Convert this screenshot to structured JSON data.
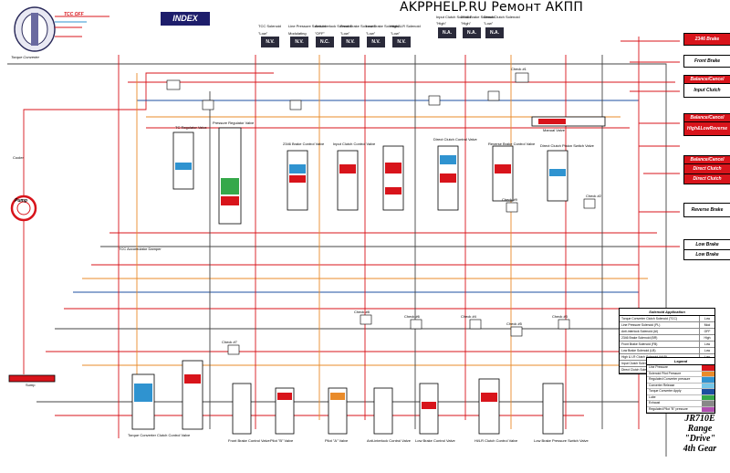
{
  "site_title": "AKPPHELP.RU Ремонт АКПП",
  "index_button": "INDEX",
  "top_left": {
    "tcc_off": "TCC OFF",
    "torque_converter": "Torque Converter"
  },
  "solenoids": [
    {
      "name": "TCC Solenoid",
      "state": "N.V.",
      "mode": "\"Low\""
    },
    {
      "name": "Line Pressure Solenoid",
      "state": "N.V.",
      "mode": "Modulating"
    },
    {
      "name": "Anti-interlock Solenoid",
      "state": "N.C.",
      "mode": "\"OFF\""
    },
    {
      "name": "Front Brake Solenoid",
      "state": "N.V.",
      "mode": "\"Low\""
    },
    {
      "name": "Low Brake Solenoid",
      "state": "N.V.",
      "mode": "\"Low\""
    },
    {
      "name": "High&LR Solenoid",
      "state": "N.V.",
      "mode": "\"Low\""
    },
    {
      "name": "Input Clutch Solenoid",
      "state": "N.A.",
      "mode": "\"High\""
    },
    {
      "name": "2346 Brake Solenoid",
      "state": "N.A.",
      "mode": "\"High\""
    },
    {
      "name": "Direct Clutch Solenoid",
      "state": "N.A.",
      "mode": "\"Low\""
    }
  ],
  "right_boxes": [
    {
      "label": "2346 Brake",
      "style": "red"
    },
    {
      "label": "Front Brake",
      "style": "white"
    },
    {
      "label": "Balance/Cancel Piston",
      "style": "red"
    },
    {
      "label": "Input Clutch",
      "style": "white"
    },
    {
      "label": "Balance/Cancel Piston",
      "style": "red"
    },
    {
      "label": "High&LowReverse Clutch",
      "style": "red"
    },
    {
      "label": "Balance/Cancel Piston",
      "style": "red"
    },
    {
      "label": "Direct Clutch",
      "style": "red"
    },
    {
      "label": "Direct Clutch",
      "style": "red"
    },
    {
      "label": "Reverse Brake",
      "style": "white"
    },
    {
      "label": "Low Brake",
      "style": "white"
    },
    {
      "label": "Low Brake",
      "style": "white"
    }
  ],
  "labels": {
    "pump": "Pump",
    "cooler": "Cooler",
    "manual_valve": "Manual Valve",
    "pressure_regulator": "Pressure Regulator Valve",
    "tc_regulator": "TC Regulator Valve",
    "check_1": "Check #1",
    "check_2": "Check #2",
    "check_3": "Check #3",
    "check_4": "Check #4",
    "check_5": "Check #5",
    "check_6": "Check #6",
    "check_7": "Check #7",
    "check_8": "Check #8",
    "check_9": "Check #9",
    "tcc_damper": "TCC Accumulator Damper",
    "tcc_control": "Torque Converter Clutch Control Valve",
    "front_brake_control": "Front Brake Control Valve",
    "pilot_b": "Pilot \"B\" Valve",
    "pilot_a": "Pilot \"A\" Valve",
    "anti_interlock": "Anti-interlock Control Valve",
    "low_brake_control": "Low Brake Control Valve",
    "hlr_control": "Hi/LR Clutch Control Valve",
    "low_brake_press": "Low Brake Pressure Switch Valve",
    "input_clutch_control": "Input Clutch Control Valve",
    "brake_2346_control": "2346 Brake Control Valve",
    "direct_clutch_control": "Direct Clutch Control Valve",
    "reverse_brake_control": "Reverse Brake Control Valve",
    "direct_clutch_piston": "Direct Clutch Piston Switch Valve",
    "sump": "Sump"
  },
  "solenoid_table": {
    "title": "Solenoid Application",
    "rows": [
      {
        "name": "Torque Converter Clutch Solenoid (TCC)",
        "state": "Low"
      },
      {
        "name": "Line Pressure Solenoid (PL)",
        "state": "Mod"
      },
      {
        "name": "Anti-interlock Solenoid (AI)",
        "state": "OFF"
      },
      {
        "name": "2346 Brake Solenoid (BR)",
        "state": "High"
      },
      {
        "name": "Front Brake Solenoid (FB)",
        "state": "Low"
      },
      {
        "name": "Low Brake Solenoid (LB)",
        "state": "Low"
      },
      {
        "name": "High & LR Clutch Solenoid (HLR)",
        "state": "Low"
      },
      {
        "name": "Input Clutch Solenoid (IC)",
        "state": "High"
      },
      {
        "name": "Direct Clutch Solenoid (DC)",
        "state": "Low"
      }
    ]
  },
  "legend": {
    "title": "Legend",
    "rows": [
      {
        "name": "Line Pressure",
        "color": "#d8141b"
      },
      {
        "name": "Solenoid Pilot Pressure",
        "color": "#e98b2a"
      },
      {
        "name": "Regulated Converter pressure",
        "color": "#2f93d0"
      },
      {
        "name": "Converter Release",
        "color": "#74c6e8"
      },
      {
        "name": "Torque Converter Apply",
        "color": "#1c4fa0"
      },
      {
        "name": "Lube",
        "color": "#35a84a"
      },
      {
        "name": "Exhaust",
        "color": "#888888"
      },
      {
        "name": "Regulated Pilot \"B\" pressure",
        "color": "#b04fb0"
      }
    ]
  },
  "gear_caption": {
    "line1": "JR710E",
    "line2": "Range",
    "line3": "\"Drive\"",
    "line4": "4th Gear"
  }
}
